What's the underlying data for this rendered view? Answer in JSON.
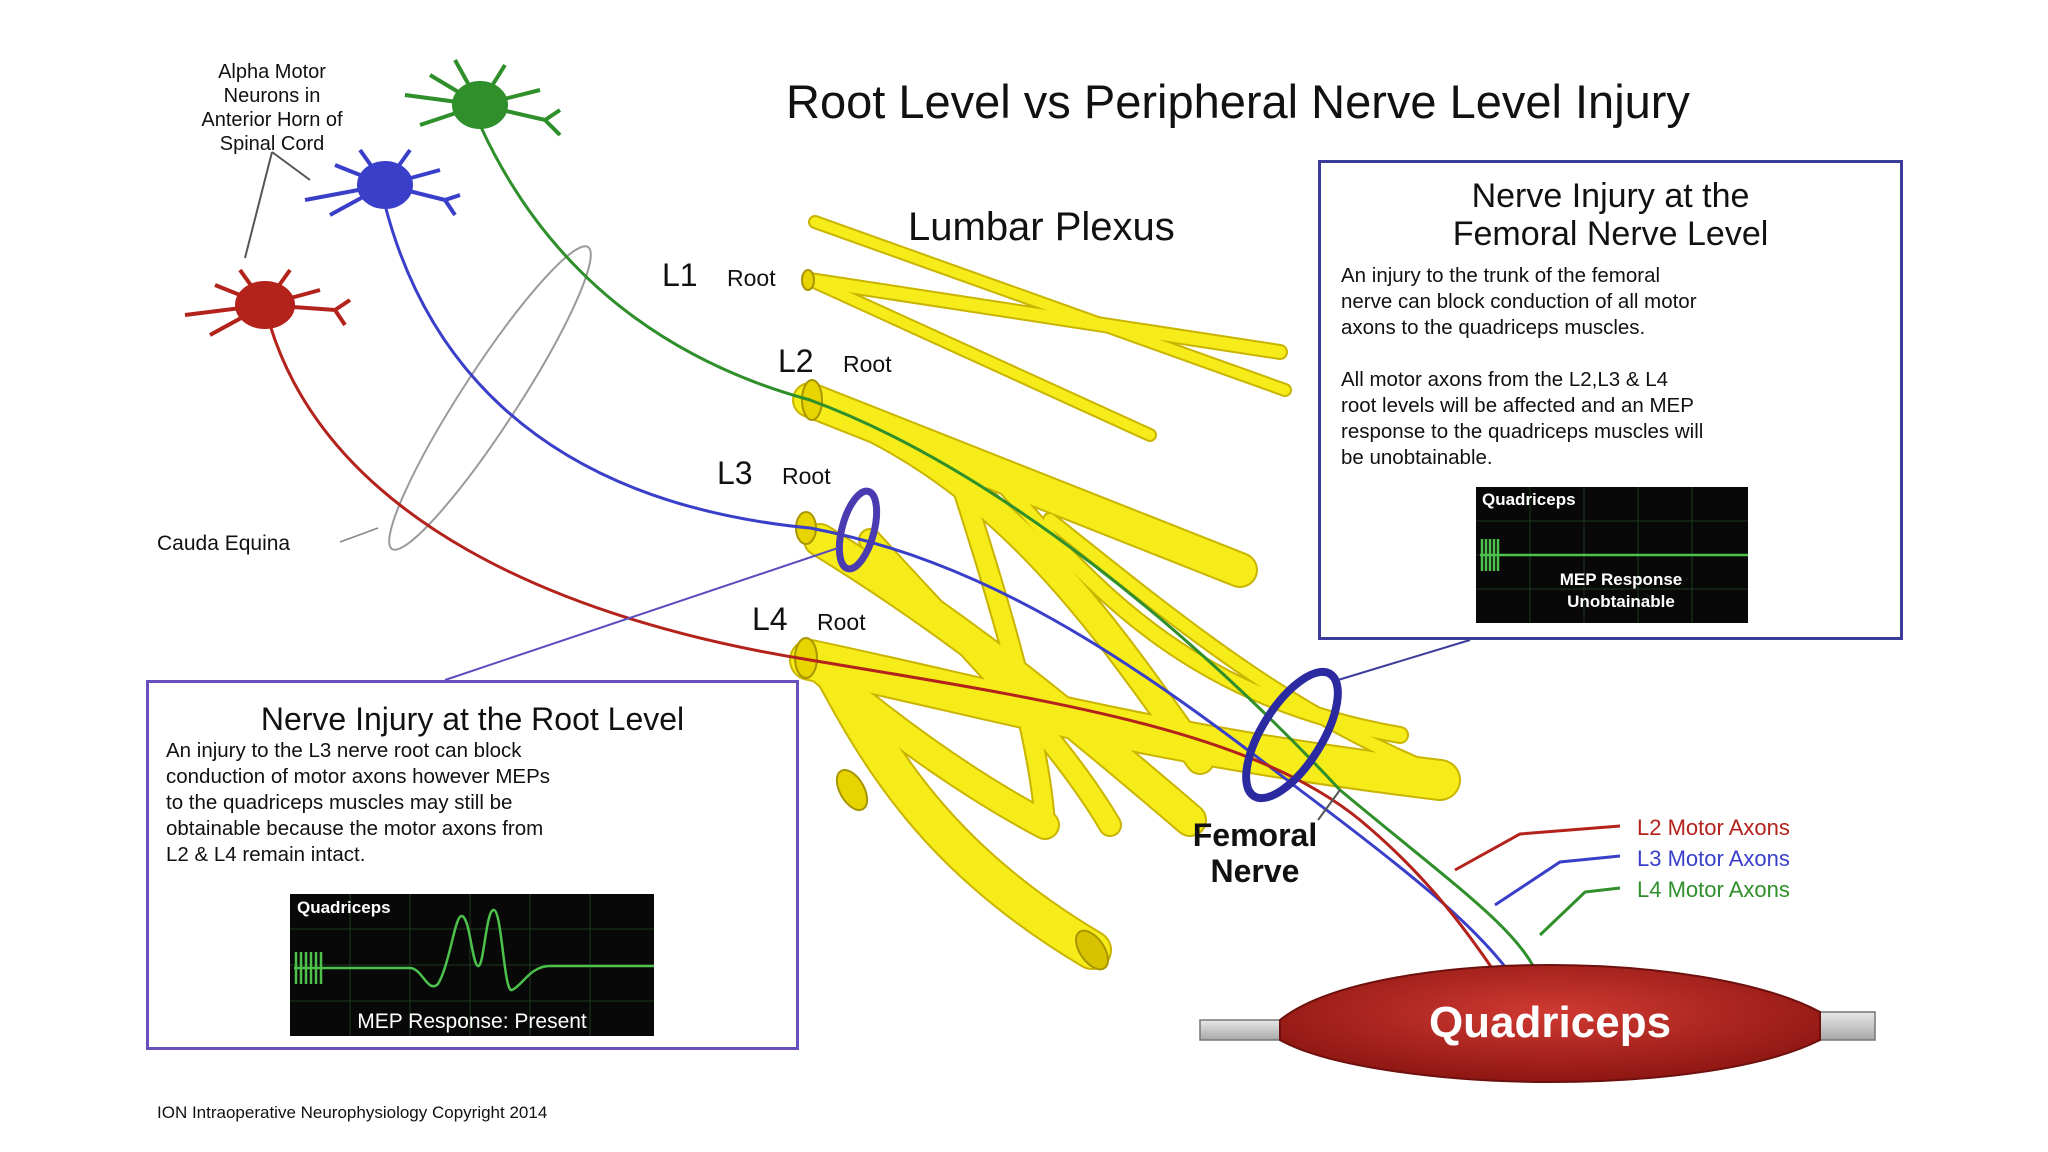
{
  "title": "Root Level vs Peripheral Nerve Level Injury",
  "neurons_label": [
    "Alpha Motor",
    "Neurons  in",
    "Anterior Horn of",
    "Spinal Cord"
  ],
  "plexus_label": "Lumbar Plexus",
  "cauda_equina": "Cauda Equina",
  "roots": [
    {
      "level": "L1",
      "word": "Root"
    },
    {
      "level": "L2",
      "word": "Root"
    },
    {
      "level": "L3",
      "word": "Root"
    },
    {
      "level": "L4",
      "word": "Root"
    }
  ],
  "femoral_nerve": [
    "Femoral",
    "Nerve"
  ],
  "axons_legend": [
    {
      "label": "L2 Motor Axons",
      "color": "#b4221c"
    },
    {
      "label": "L3 Motor Axons",
      "color": "#3a3fc9"
    },
    {
      "label": "L4 Motor Axons",
      "color": "#2f8f2a"
    }
  ],
  "muscle_label": "Quadriceps",
  "femoral_box": {
    "title": [
      "Nerve Injury at the",
      "Femoral Nerve Level"
    ],
    "para1": [
      "An injury to the trunk of the femoral",
      "nerve can block conduction of all motor",
      "axons to the quadriceps muscles."
    ],
    "para2": [
      "All motor axons from the L2,L3 & L4",
      "root levels will  be affected and an MEP",
      "response to the quadriceps muscles will",
      "be unobtainable."
    ],
    "scope_label": "Quadriceps",
    "scope_result": [
      "MEP Response",
      "Unobtainable"
    ]
  },
  "root_box": {
    "title": "Nerve Injury at the Root Level",
    "body": [
      "An injury to the L3 nerve root can block",
      "conduction of motor axons however MEPs",
      "to the quadriceps muscles may still be",
      "obtainable because  the motor axons from",
      "L2 & L4 remain intact."
    ],
    "scope_label": "Quadriceps",
    "scope_result": "MEP Response: Present"
  },
  "copyright": "ION Intraoperative Neurophysiology Copyright 2014",
  "colors": {
    "nerve": "#f5ec1a",
    "nerve_outline": "#c9b400",
    "l2_axon": "#b4221c",
    "l3_axon": "#3a3fc9",
    "l4_axon": "#2f8f2a",
    "injury_ring": "#4b3bb0",
    "box_border": "#3b3b9a",
    "muscle": "#b0201c"
  }
}
